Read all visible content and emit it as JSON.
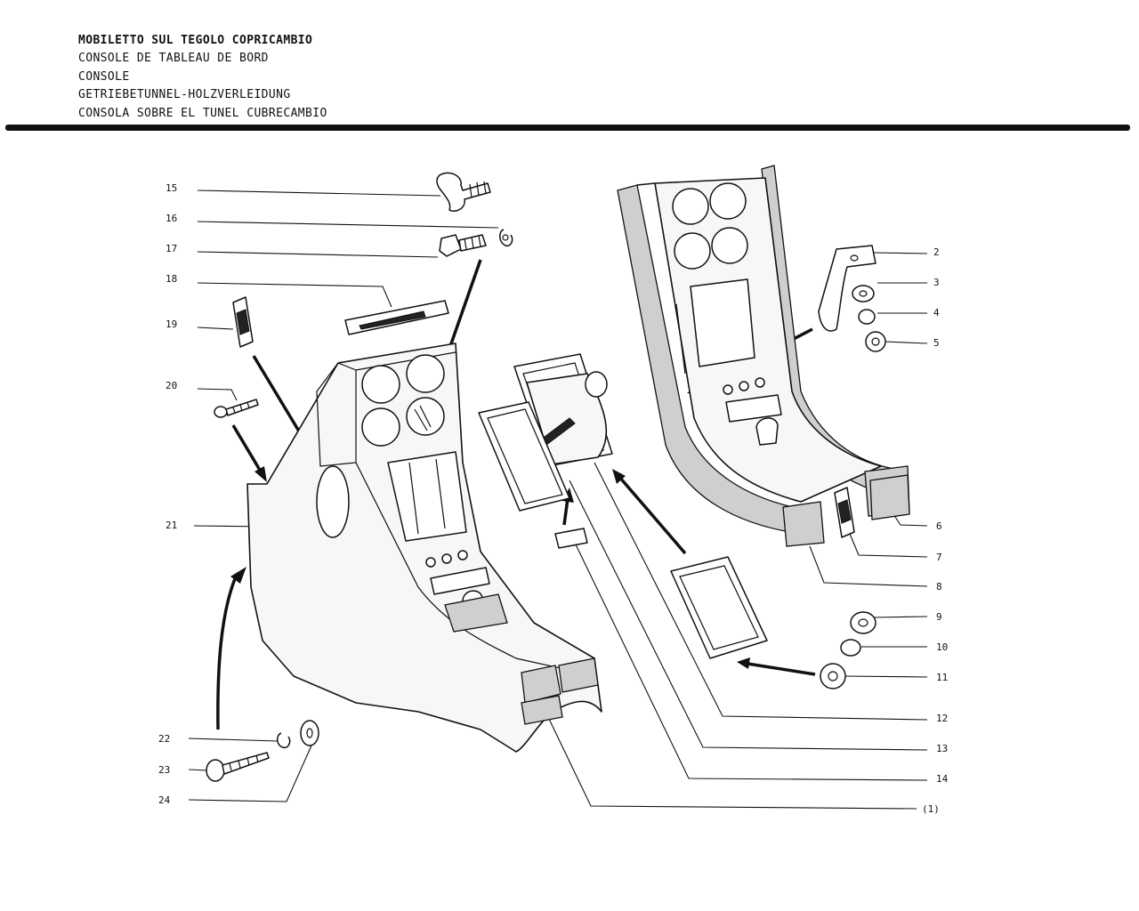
{
  "header": {
    "title_it": "MOBILETTO SUL TEGOLO COPRICAMBIO",
    "title_fr": "CONSOLE DE TABLEAU DE BORD",
    "title_en": "CONSOLE",
    "title_de": "GETRIEBETUNNEL-HOLZVERLEIDUNG",
    "title_es": "CONSOLA SOBRE EL TUNEL CUBRECAMBIO"
  },
  "callouts": {
    "left": [
      "15",
      "16",
      "17",
      "18",
      "19",
      "20",
      "21",
      "22",
      "23",
      "24"
    ],
    "right": [
      "2",
      "3",
      "4",
      "5",
      "6",
      "7",
      "8",
      "9",
      "10",
      "11",
      "12",
      "13",
      "14",
      "(1)"
    ]
  },
  "colors": {
    "ink": "#111111",
    "foam": "#cfcfcf",
    "paper": "#ffffff"
  }
}
